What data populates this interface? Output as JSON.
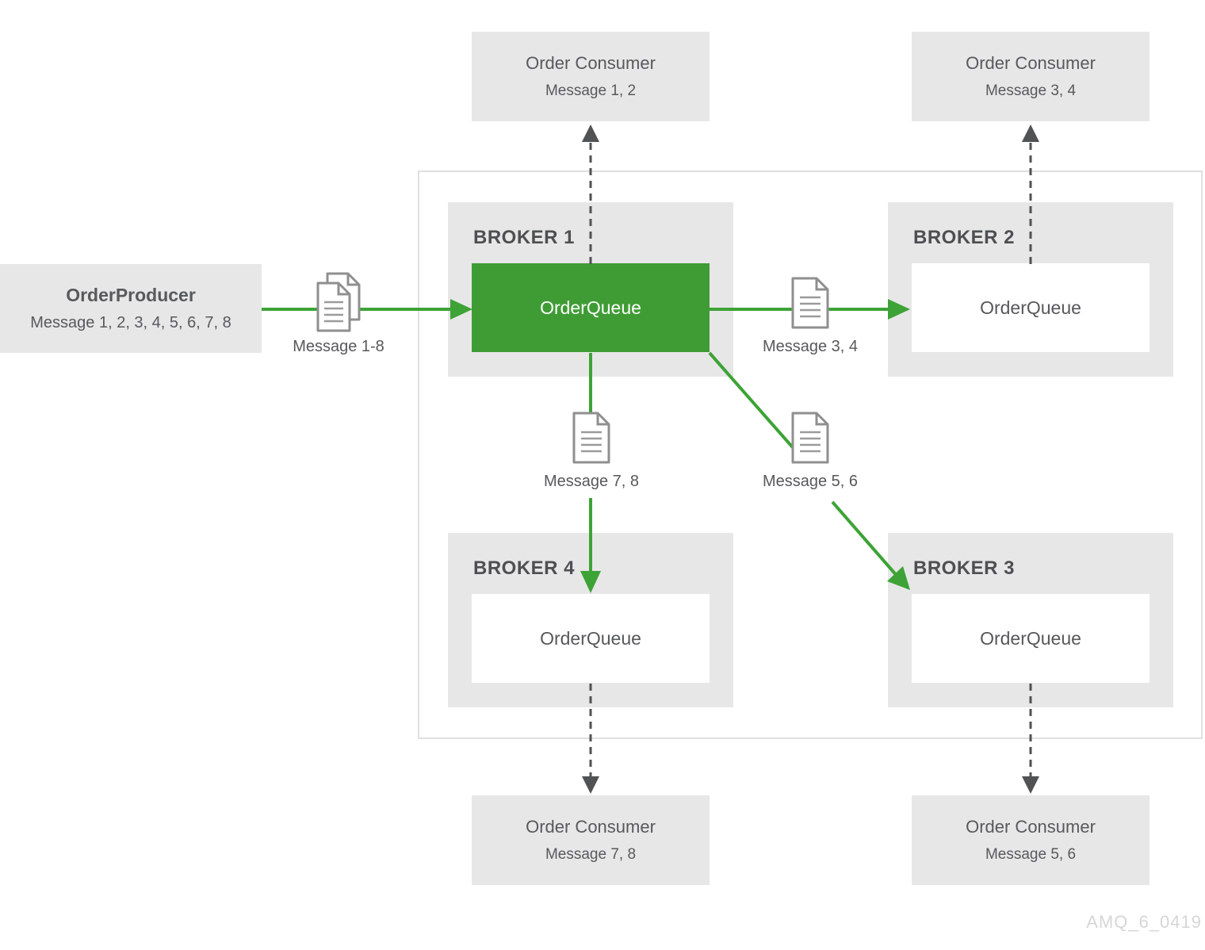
{
  "diagram": {
    "producer": {
      "title": "OrderProducer",
      "messages": "Message 1, 2, 3, 4, 5, 6, 7, 8"
    },
    "consumer_top_left": {
      "title": "Order Consumer",
      "messages": "Message 1, 2"
    },
    "consumer_top_right": {
      "title": "Order Consumer",
      "messages": "Message 3, 4"
    },
    "consumer_bottom_left": {
      "title": "Order Consumer",
      "messages": "Message 7, 8"
    },
    "consumer_bottom_right": {
      "title": "Order Consumer",
      "messages": "Message 5, 6"
    },
    "broker1": {
      "label": "BROKER 1",
      "queue": "OrderQueue"
    },
    "broker2": {
      "label": "BROKER 2",
      "queue": "OrderQueue"
    },
    "broker3": {
      "label": "BROKER 3",
      "queue": "OrderQueue"
    },
    "broker4": {
      "label": "BROKER 4",
      "queue": "OrderQueue"
    },
    "flow_producer_to_broker1": "Message 1-8",
    "flow_broker1_to_broker2": "Message 3, 4",
    "flow_broker1_to_broker4": "Message 7, 8",
    "flow_broker1_to_broker3": "Message 5, 6",
    "watermark": "AMQ_6_0419",
    "colors": {
      "green": "#3f9c35",
      "panel_gray": "#e7e7e7",
      "text_gray": "#58595b",
      "arrow_dark": "#515254",
      "container_border": "#e0e0e0",
      "watermark_gray": "#d6d6d6"
    }
  }
}
